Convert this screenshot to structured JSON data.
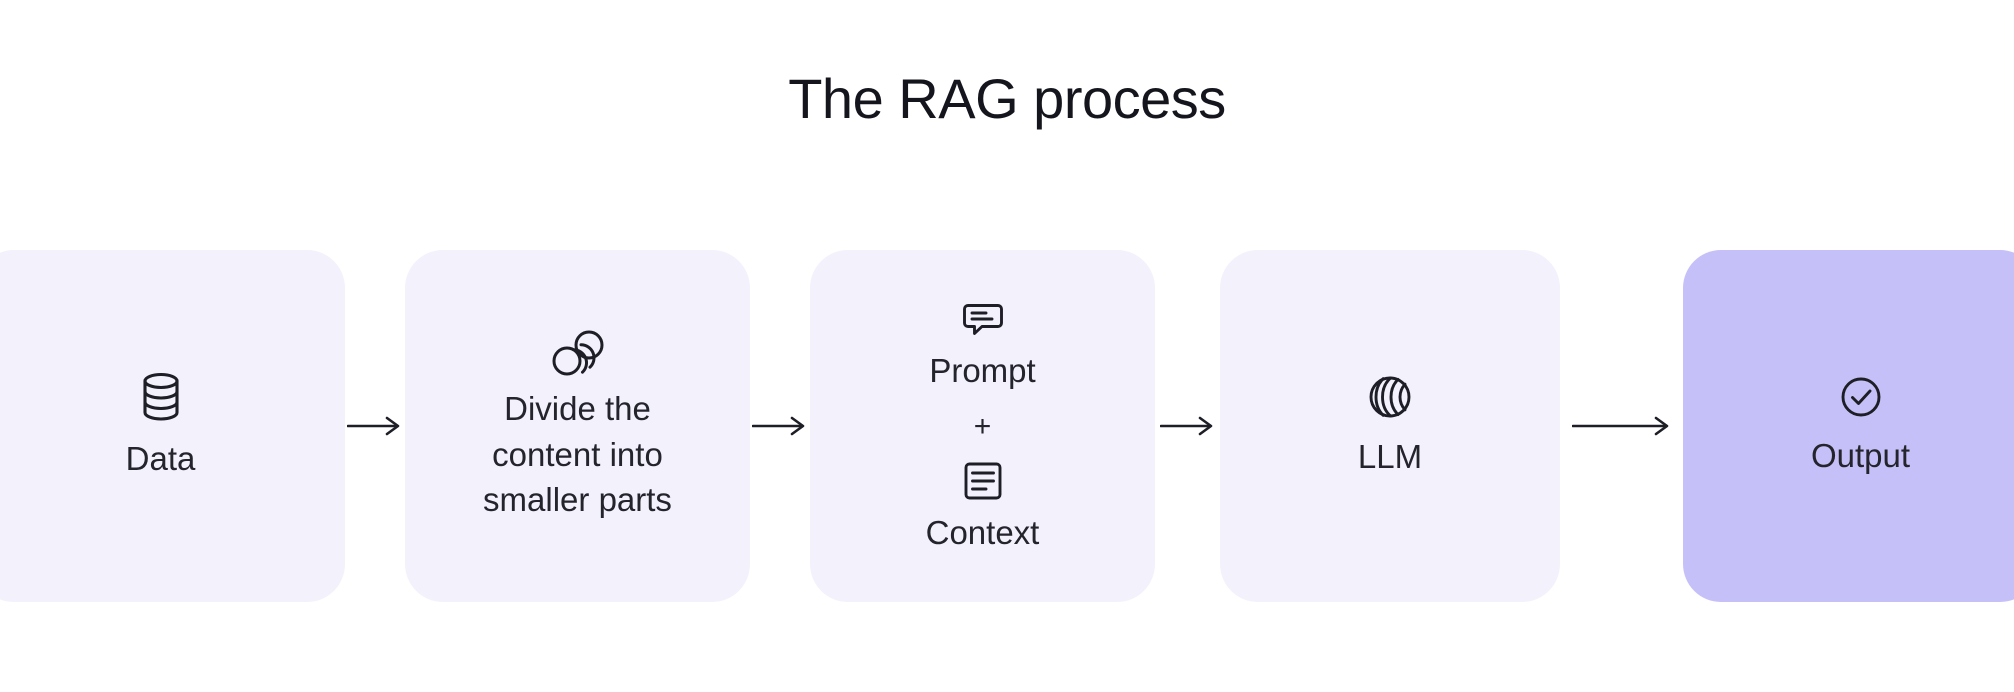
{
  "page": {
    "title": "The RAG process",
    "background_color": "#ffffff",
    "text_color": "#23242c",
    "card_color_default": "#f3f1fc",
    "card_color_highlight": "#c6c0f8",
    "arrow_color": "#1d1e26"
  },
  "steps": [
    {
      "id": "data",
      "icon": "database-stack-icon",
      "label": "Data",
      "highlight": false
    },
    {
      "id": "chunking",
      "icon": "overlapping-circles-icon",
      "label_lines": [
        "Divide the",
        "content into",
        "smaller parts"
      ],
      "label": "Divide the content into smaller parts",
      "highlight": false
    },
    {
      "id": "prompt-context",
      "icon_top": "speech-bubble-icon",
      "label_top": "Prompt",
      "operator": "+",
      "icon_bottom": "document-lines-icon",
      "label_bottom": "Context",
      "highlight": false
    },
    {
      "id": "llm",
      "icon": "striped-sphere-icon",
      "label": "LLM",
      "highlight": false
    },
    {
      "id": "output",
      "icon": "check-circle-icon",
      "label": "Output",
      "highlight": true
    }
  ],
  "connectors": [
    {
      "id": "arrow-1",
      "from": "data",
      "to": "chunking",
      "glyph": "arrow-right-icon"
    },
    {
      "id": "arrow-2",
      "from": "chunking",
      "to": "prompt-context",
      "glyph": "arrow-right-icon"
    },
    {
      "id": "arrow-3",
      "from": "prompt-context",
      "to": "llm",
      "glyph": "arrow-right-icon"
    },
    {
      "id": "arrow-4",
      "from": "llm",
      "to": "output",
      "glyph": "arrow-right-icon"
    }
  ]
}
